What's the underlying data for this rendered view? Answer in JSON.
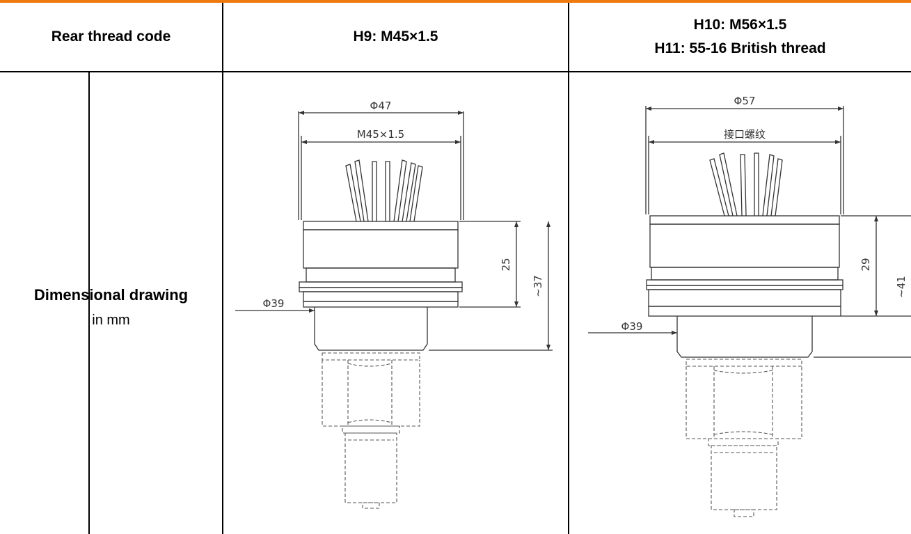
{
  "header": {
    "col1": "Rear thread code",
    "col2": "H9: M45×1.5",
    "col3_line1": "H10: M56×1.5",
    "col3_line2": "H11: 55-16 British thread"
  },
  "row_label": {
    "title": "Dimensional drawing",
    "unit": "in mm"
  },
  "drawing_left": {
    "dim_outer": "Φ47",
    "dim_thread": "M45×1.5",
    "dim_height": "25",
    "dim_total": "~37",
    "dim_small": "Φ39"
  },
  "drawing_right": {
    "dim_outer": "Φ57",
    "dim_thread": "接口螺纹",
    "dim_height": "29",
    "dim_total": "~41",
    "dim_small": "Φ39"
  },
  "colors": {
    "accent": "#F07A12",
    "line": "#000000",
    "drawing": "#333333"
  }
}
